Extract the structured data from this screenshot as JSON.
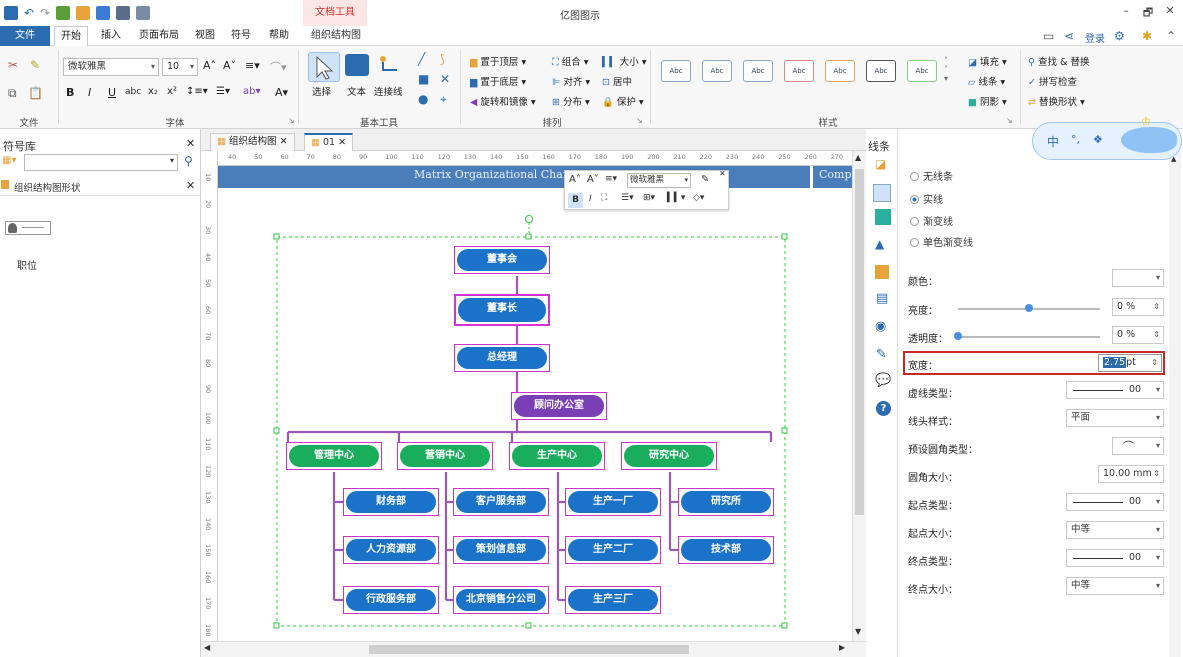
{
  "titlebar": {
    "title": "亿图图示",
    "context_tab": "文档工具",
    "win_min": "–",
    "win_restore": "🗗",
    "win_close": "✕"
  },
  "menu": {
    "tabs": [
      "文件",
      "开始",
      "插入",
      "页面布局",
      "视图",
      "符号",
      "帮助",
      "组织结构图"
    ],
    "right": {
      "login": "登录"
    }
  },
  "ribbon": {
    "groups": {
      "file": "文件",
      "font": "字体",
      "basic_tools": "基本工具",
      "arrange": "排列",
      "style": "样式"
    },
    "font_name": "微软雅黑",
    "font_size": "10",
    "tools": {
      "select": "选择",
      "text": "文本",
      "connector": "连接线"
    },
    "arrange": {
      "bring_front": "置于顶层",
      "send_back": "置于底层",
      "rotate": "旋转和镜像",
      "group": "组合",
      "align": "对齐",
      "distribute": "分布",
      "size": "大小",
      "center": "居中",
      "protect": "保护"
    },
    "style_buttons": [
      "Abc",
      "Abc",
      "Abc",
      "Abc",
      "Abc",
      "Abc",
      "Abc"
    ],
    "fill": "填充",
    "line": "线条",
    "shadow": "阴影",
    "find_replace": "查找 & 替换",
    "spell_check": "拼写检查",
    "replace_shape": "替换形状"
  },
  "left_panel": {
    "title": "符号库",
    "library_item": "组织结构图形状",
    "shape_label": "职位"
  },
  "doc_tabs": [
    "组织结构图",
    "01"
  ],
  "hruler_ticks": [
    "40",
    "50",
    "60",
    "70",
    "80",
    "90",
    "100",
    "110",
    "120",
    "130",
    "140",
    "150",
    "160",
    "170",
    "180",
    "190",
    "200",
    "210",
    "220",
    "230",
    "240",
    "250",
    "260",
    "270"
  ],
  "vruler_ticks": [
    "10",
    "20",
    "30",
    "40",
    "50",
    "60",
    "70",
    "80",
    "90",
    "100",
    "110",
    "120",
    "130",
    "140",
    "150",
    "160",
    "170",
    "180"
  ],
  "chart": {
    "header_text": "Matrix Organizational Chart",
    "header_right": "Comp",
    "nodes": {
      "board": "董事会",
      "chairman": "董事长",
      "gm": "总经理",
      "advisor": "顾问办公室",
      "mgmt": "管理中心",
      "sales": "营销中心",
      "prod": "生产中心",
      "rd": "研究中心",
      "finance": "财务部",
      "hr": "人力资源部",
      "admin": "行政服务部",
      "cs": "客户服务部",
      "plan": "策划信息部",
      "bj": "北京销售分公司",
      "f1": "生产一厂",
      "f2": "生产二厂",
      "f3": "生产三厂",
      "inst": "研究所",
      "tech": "技术部"
    }
  },
  "float_toolbar": {
    "font": "微软雅黑"
  },
  "line_panel": {
    "title": "线条",
    "options": [
      "无线条",
      "实线",
      "渐变线",
      "单色渐变线"
    ],
    "selected_option": "实线",
    "color_label": "颜色：",
    "brightness_label": "亮度：",
    "brightness_value": "0 %",
    "brightness_level": 0.5,
    "transparency_label": "透明度：",
    "transparency_value": "0 %",
    "transparency_level": 0,
    "width_label": "宽度：",
    "width_value": "2.75",
    "width_unit": "pt",
    "dash_label": "虚线类型：",
    "dash_value": "00",
    "cap_label": "线头样式：",
    "cap_value": "平面",
    "corner_type_label": "预设圆角类型：",
    "corner_size_label": "圆角大小：",
    "corner_size_value": "10.00 mm",
    "start_type_label": "起点类型：",
    "start_type_value": "00",
    "start_size_label": "起点大小：",
    "start_size_value": "中等",
    "end_type_label": "终点类型：",
    "end_type_value": "00",
    "end_size_label": "终点大小：",
    "end_size_value": "中等"
  },
  "ime": {
    "mode": "中"
  },
  "colors": {
    "accent": "#2b6cb0",
    "node_blue": "#1a73c9",
    "node_green": "#1aad5c",
    "node_purple": "#7b3fb5",
    "highlight": "#c62828"
  }
}
